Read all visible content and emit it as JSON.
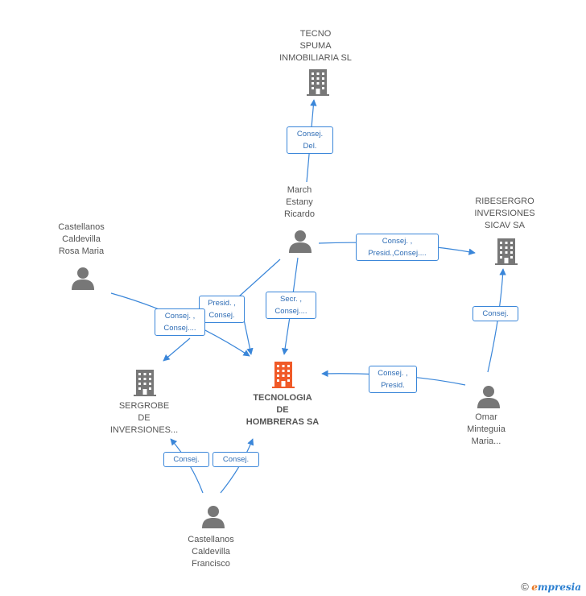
{
  "nodes": {
    "tecno": {
      "lines": [
        "TECNO",
        "SPUMA",
        "INMOBILIARIA SL"
      ]
    },
    "march": {
      "lines": [
        "March",
        "Estany",
        "Ricardo"
      ]
    },
    "ribesergro": {
      "lines": [
        "RIBESERGRO",
        "INVERSIONES",
        "SICAV SA"
      ]
    },
    "castellanos_rosa": {
      "lines": [
        "Castellanos",
        "Caldevilla",
        "Rosa Maria"
      ]
    },
    "sergrobe": {
      "lines": [
        "SERGROBE",
        "DE",
        "INVERSIONES..."
      ]
    },
    "tecnologia": {
      "lines": [
        "TECNOLOGIA",
        "DE",
        "HOMBRERAS SA"
      ]
    },
    "omar": {
      "lines": [
        "Omar",
        "Minteguia",
        "Maria..."
      ]
    },
    "castellanos_francisco": {
      "lines": [
        "Castellanos",
        "Caldevilla",
        "Francisco"
      ]
    }
  },
  "edges": {
    "march_tecno": [
      "Consej.",
      "Del."
    ],
    "march_ribesergro": [
      "Consej. ,",
      "Presid.,Consej...."
    ],
    "march_tecnologia_presid": [
      "Presid. ,",
      "Consej."
    ],
    "march_tecnologia_secr": [
      "Secr. ,",
      "Consej...."
    ],
    "rosa_mixed": [
      "Consej. ,",
      "Consej...."
    ],
    "omar_tecnologia": [
      "Consej. ,",
      "Presid."
    ],
    "omar_ribesergro": [
      "Consej."
    ],
    "francisco_sergrobe": [
      "Consej."
    ],
    "francisco_tecnologia": [
      "Consej."
    ]
  },
  "colors": {
    "edge": "#3a86d9",
    "person": "#777777",
    "company": "#777777",
    "main_company": "#f05a28"
  },
  "footer": {
    "copyright": "©",
    "brand_first": "e",
    "brand_rest": "mpresia"
  }
}
